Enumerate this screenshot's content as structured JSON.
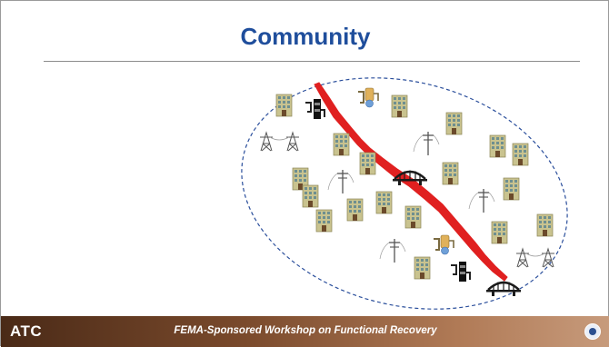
{
  "slide": {
    "title": "Community"
  },
  "footer": {
    "logo_text": "ATC",
    "caption": "FEMA-Sponsored Workshop on Functional Recovery",
    "seal_icon": "dhs-seal-icon"
  },
  "colors": {
    "title": "#1f4e9c",
    "fault_line": "#e02020",
    "boundary": "#2b4f9c",
    "footer_dark": "#4a2a17",
    "footer_light": "#c79b7c"
  },
  "icons": {
    "building": "building-icon",
    "power_pole": "power-pole-icon",
    "transmission_tower": "transmission-tower-icon",
    "bridge": "bridge-icon",
    "water_pump": "water-pump-icon",
    "gas_utility": "gas-utility-icon"
  }
}
